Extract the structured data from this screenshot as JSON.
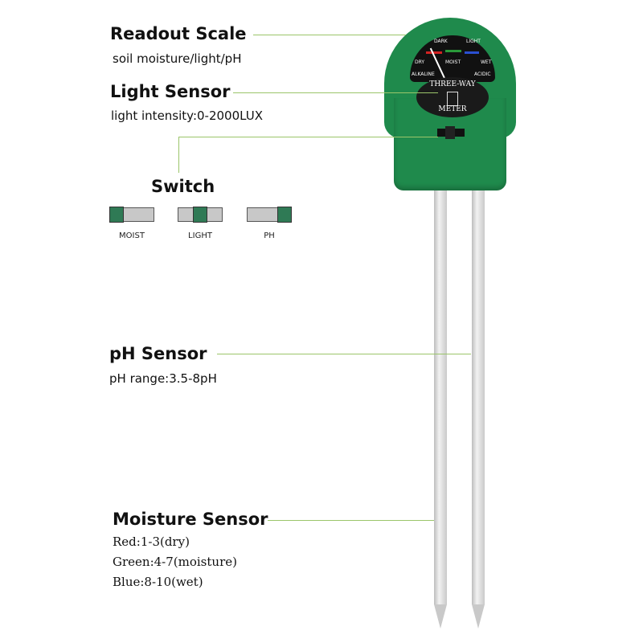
{
  "callouts": {
    "readout": {
      "title": "Readout Scale",
      "subtitle": "soil moisture/light/pH"
    },
    "light": {
      "title": "Light Sensor",
      "subtitle": "light intensity:0-2000LUX"
    },
    "switch": {
      "title": "Switch",
      "positions": [
        "MOIST",
        "LIGHT",
        "PH"
      ]
    },
    "ph": {
      "title": "pH Sensor",
      "subtitle": "pH range:3.5-8pH"
    },
    "moisture": {
      "title": "Moisture Sensor",
      "lines": [
        "Red:1-3(dry)",
        "Green:4-7(moisture)",
        "Blue:8-10(wet)"
      ]
    }
  },
  "meter": {
    "face_labels": {
      "dark": "DARK",
      "light": "LIGHT",
      "dry": "DRY",
      "moist": "MOIST",
      "wet": "WET",
      "alkaline": "ALKALINE",
      "acidic": "ACIDIC"
    },
    "brand_top": "THREE-WAY",
    "brand_bottom": "METER"
  },
  "colors": {
    "body": "#1f8a4c",
    "leader_line": "#9bc56a",
    "knob": "#2f7a55",
    "dry": "#d32222",
    "moist": "#2a9a3a",
    "wet": "#2a4fd0"
  }
}
